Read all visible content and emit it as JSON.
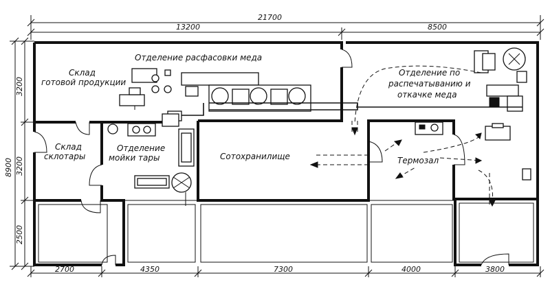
{
  "dimensions": {
    "total_width": "21700",
    "top_left": "13200",
    "top_right": "8500",
    "total_height": "8900",
    "left_top": "3200",
    "left_mid": "3200",
    "left_bottom": "2500",
    "bottom": [
      "2700",
      "4350",
      "7300",
      "4000",
      "3800"
    ]
  },
  "rooms": {
    "packing_line1": "Отделение расфасовки меда",
    "finished_goods_line1": "Склад",
    "finished_goods_line2": "готовой продукции",
    "uncapping_line1": "Отделение по",
    "uncapping_line2": "распечатыванию и",
    "uncapping_line3": "откачке меда",
    "container_store_line1": "Склад",
    "container_store_line2": "склотары",
    "washing_line1": "Отделение",
    "washing_line2": "мойки тары",
    "comb_storage": "Сотохранилище",
    "thermal_room": "Термозал"
  }
}
